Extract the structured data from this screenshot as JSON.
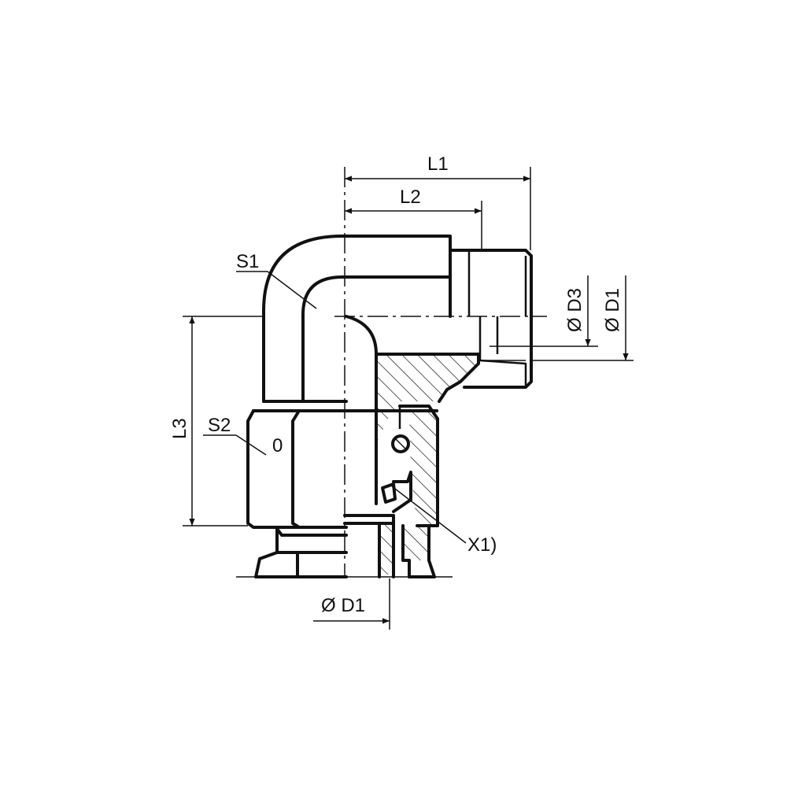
{
  "labels": {
    "l1": "L1",
    "l2": "L2",
    "l3": "L3",
    "s1": "S1",
    "s2": "S2",
    "d3": "Ø D3",
    "d1_right": "Ø D1",
    "d1_bottom": "Ø D1",
    "x1": "X1)",
    "nut_mark": "0"
  },
  "colors": {
    "line": "#111111",
    "background": "#ffffff"
  }
}
